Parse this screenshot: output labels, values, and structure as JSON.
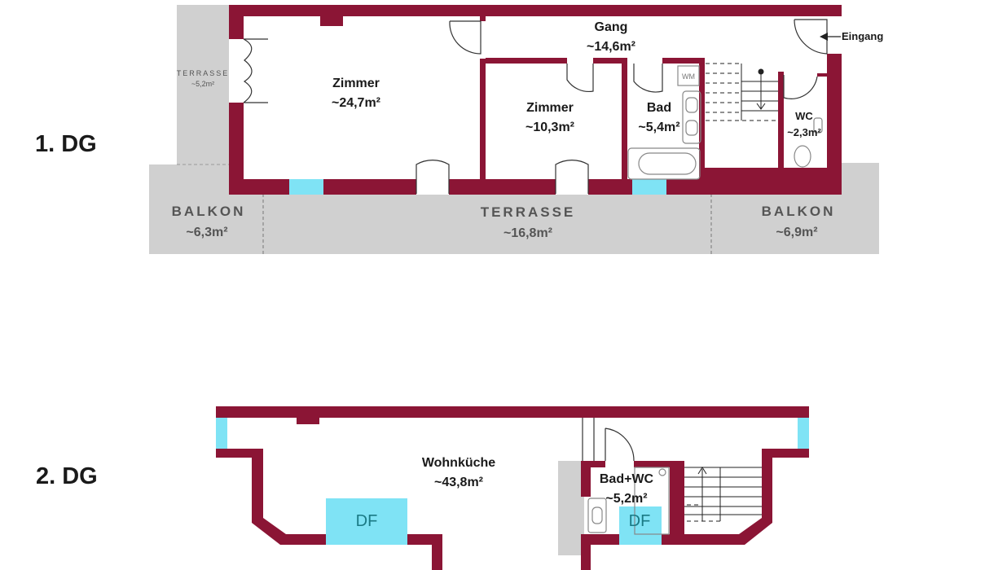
{
  "colors": {
    "wall": "#8b1535",
    "outdoor": "#d0d0d0",
    "window": "#7fe3f5",
    "text": "#1a1a1a"
  },
  "floor1": {
    "level": "1. DG",
    "rooms": {
      "zimmer_large": {
        "name": "Zimmer",
        "area": "~24,7m²"
      },
      "gang": {
        "name": "Gang",
        "area": "~14,6m²"
      },
      "zimmer_small": {
        "name": "Zimmer",
        "area": "~10,3m²"
      },
      "bad": {
        "name": "Bad",
        "area": "~5,4m²"
      },
      "wc": {
        "name": "WC",
        "area": "~2,3m²"
      }
    },
    "entrance": "Eingang",
    "washer": "WM",
    "outdoor": {
      "terrasse_side": {
        "name": "TERRASSE",
        "area": "~5,2m²"
      },
      "balkon_left": {
        "name": "BALKON",
        "area": "~6,3m²"
      },
      "terrasse": {
        "name": "TERRASSE",
        "area": "~16,8m²"
      },
      "balkon_right": {
        "name": "BALKON",
        "area": "~6,9m²"
      }
    }
  },
  "floor2": {
    "level": "2. DG",
    "rooms": {
      "wohnkueche": {
        "name": "Wohnküche",
        "area": "~43,8m²"
      },
      "bad_wc": {
        "name": "Bad+WC",
        "area": "~5,2m²"
      }
    },
    "skylight_label": "DF"
  }
}
